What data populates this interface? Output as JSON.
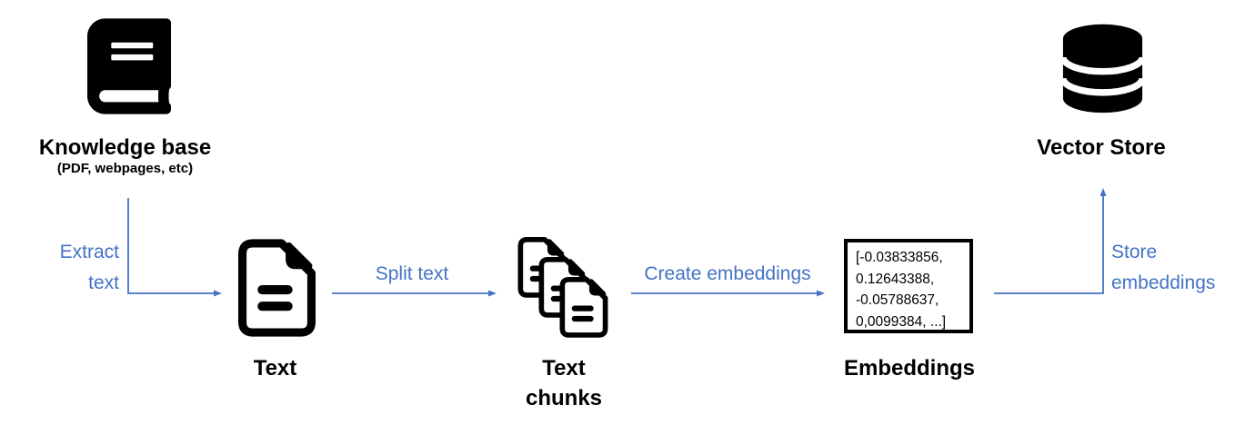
{
  "diagram": {
    "accent_color": "#4472C4",
    "ink_color": "#000000",
    "background_color": "#ffffff",
    "nodes": [
      {
        "id": "knowledge-base",
        "icon": "book-icon",
        "label": "Knowledge base",
        "sublabel": "(PDF, webpages, etc)"
      },
      {
        "id": "text",
        "icon": "document-icon",
        "label": "Text"
      },
      {
        "id": "text-chunks",
        "icon": "document-stack-icon",
        "label_lines": [
          "Text",
          "chunks"
        ]
      },
      {
        "id": "embeddings",
        "icon": "vector-box",
        "label": "Embeddings",
        "vector_lines": [
          "[-0.03833856,",
          "0.12643388,",
          "-0.05788637,",
          "0,0099384, ...]"
        ]
      },
      {
        "id": "vector-store",
        "icon": "database-icon",
        "label": "Vector Store"
      }
    ],
    "edges": [
      {
        "id": "extract-text",
        "from": "knowledge-base",
        "to": "text",
        "label_lines": [
          "Extract",
          "text"
        ],
        "shape": "elbow-down-right"
      },
      {
        "id": "split-text",
        "from": "text",
        "to": "text-chunks",
        "label": "Split text",
        "shape": "straight-right"
      },
      {
        "id": "create-embeddings",
        "from": "text-chunks",
        "to": "embeddings",
        "label": "Create embeddings",
        "shape": "straight-right"
      },
      {
        "id": "store-embeddings",
        "from": "embeddings",
        "to": "vector-store",
        "label_lines": [
          "Store",
          "embeddings"
        ],
        "shape": "elbow-right-up"
      }
    ]
  }
}
